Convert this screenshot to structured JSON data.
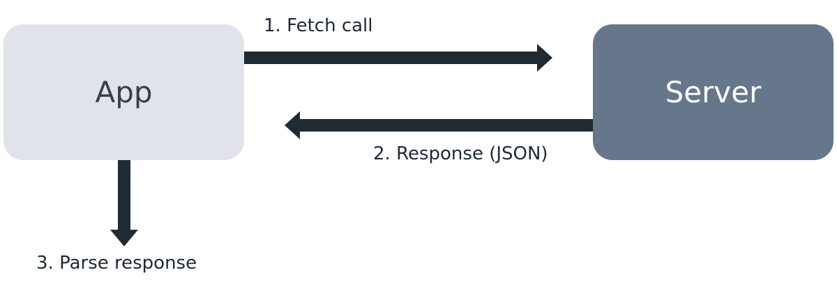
{
  "nodes": {
    "app": {
      "label": "App"
    },
    "server": {
      "label": "Server"
    }
  },
  "edges": {
    "fetch": {
      "label": "1. Fetch call"
    },
    "response": {
      "label": "2. Response (JSON)"
    },
    "parse": {
      "label": "3. Parse response"
    }
  },
  "colors": {
    "app_fill": "#e0e4ea",
    "app_text": "#34404c",
    "server_fill": "#67778b",
    "server_text": "#ffffff",
    "arrow": "#1f2a33"
  }
}
